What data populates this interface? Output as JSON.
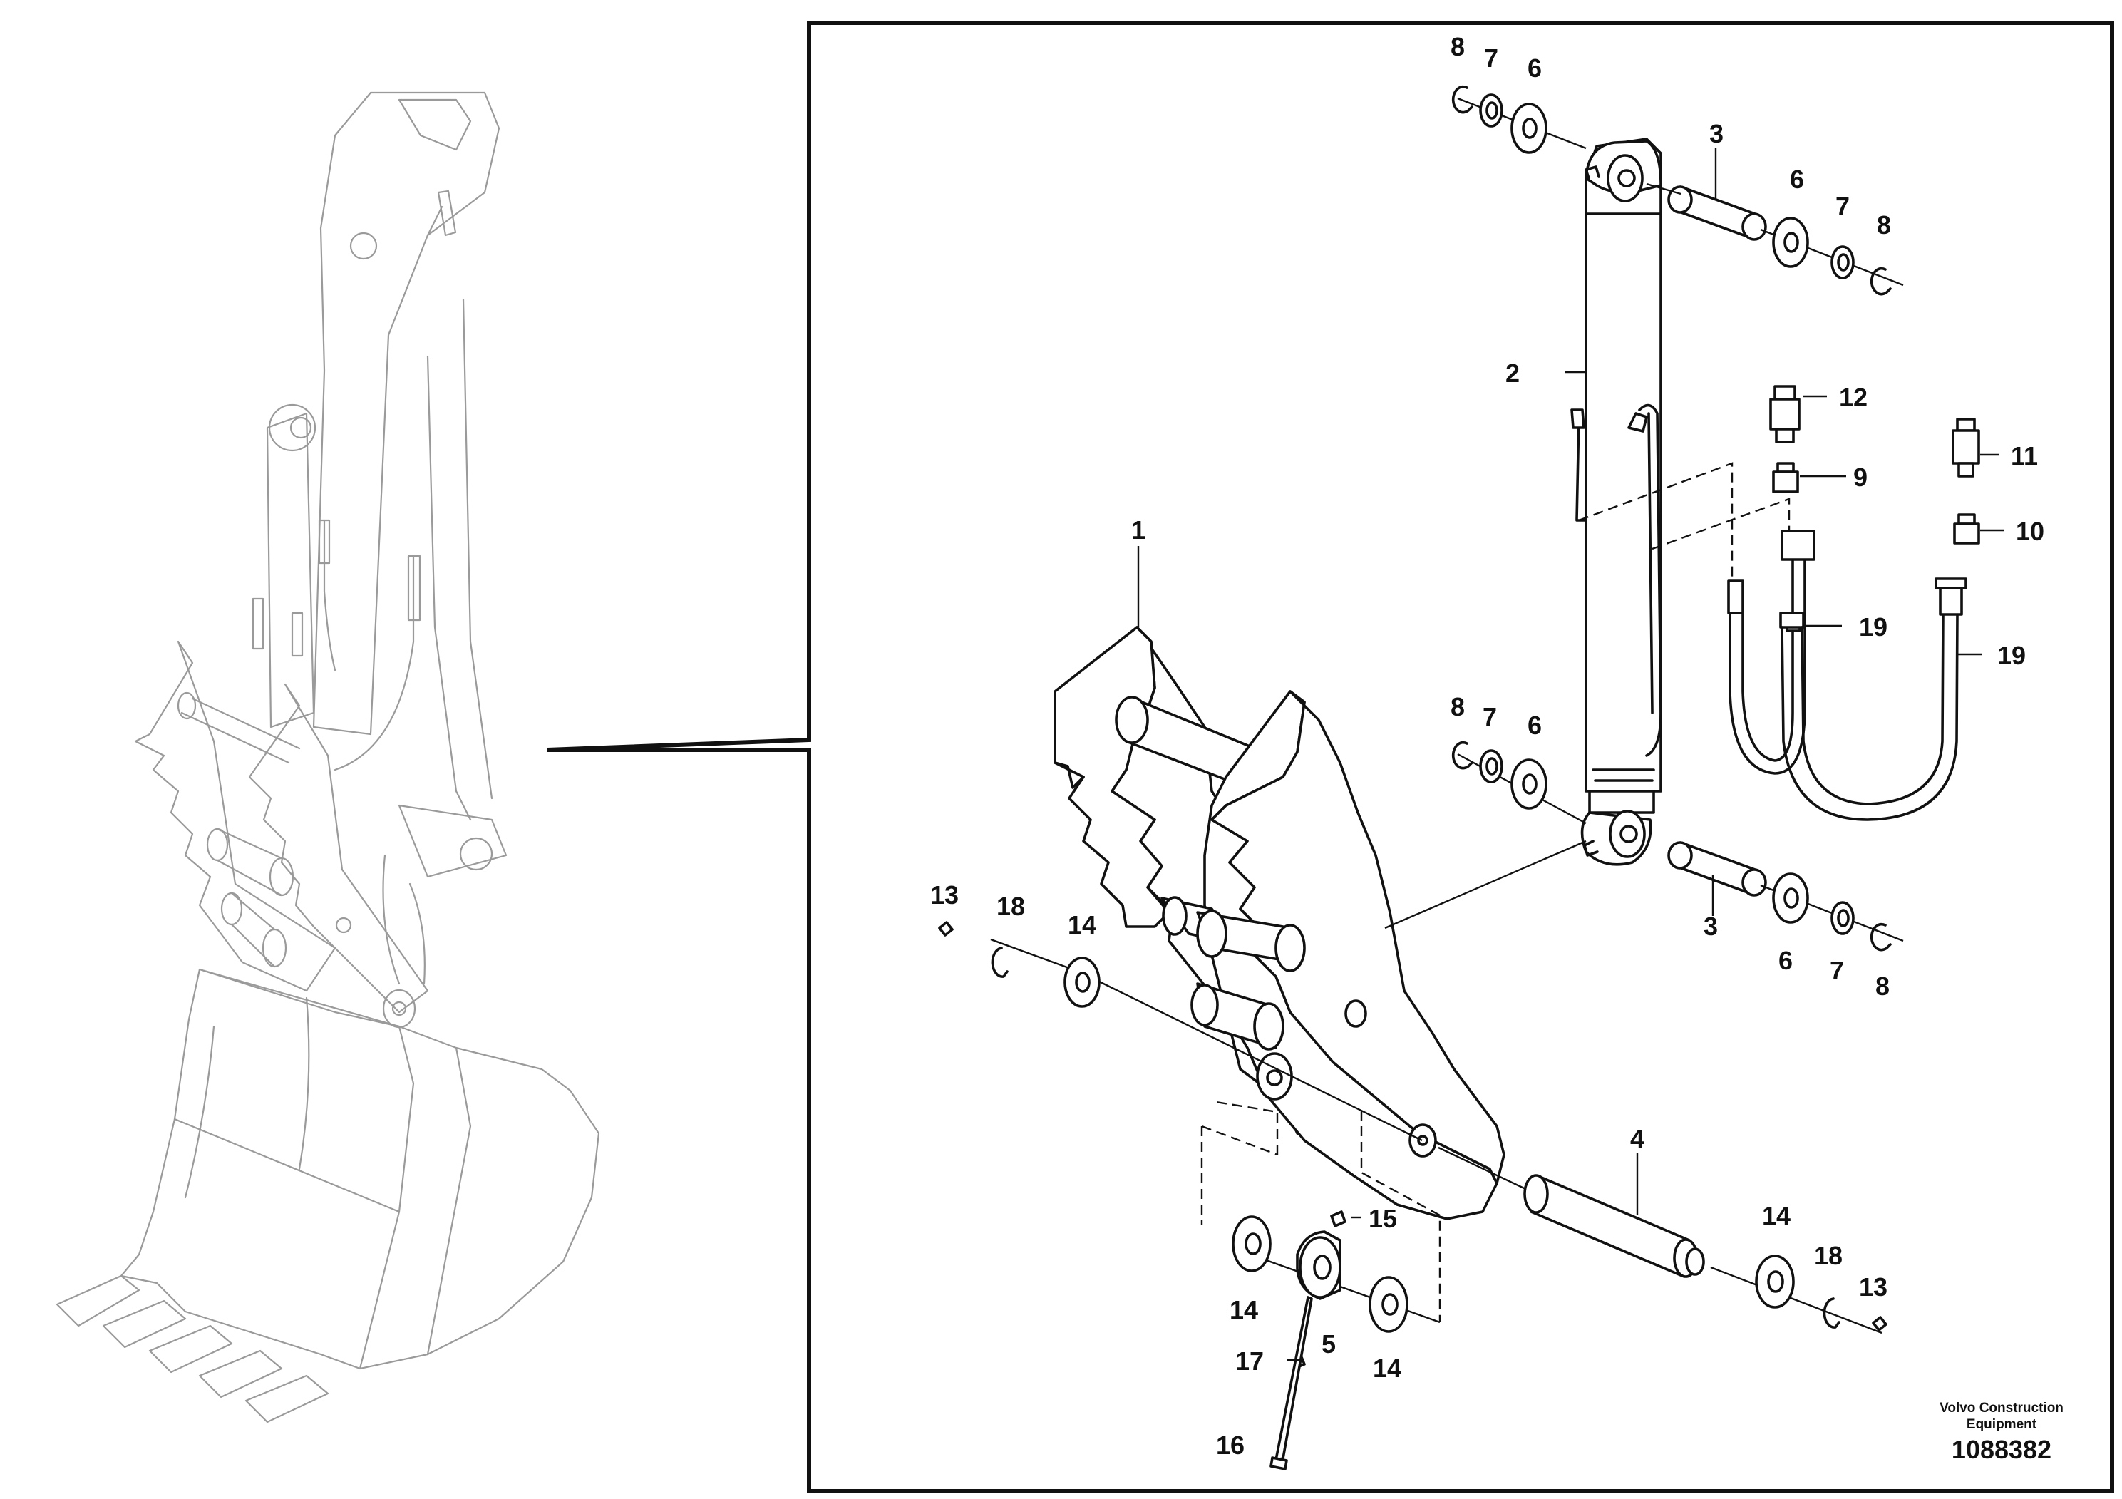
{
  "brand": {
    "line1": "Volvo Construction",
    "line2": "Equipment"
  },
  "document_number": "1088382",
  "callouts": {
    "c1": "1",
    "c2": "2",
    "c3a": "3",
    "c3b": "3",
    "c4": "4",
    "c5": "5",
    "c6a": "6",
    "c6b": "6",
    "c6c": "6",
    "c6d": "6",
    "c7a": "7",
    "c7b": "7",
    "c7c": "7",
    "c7d": "7",
    "c8a": "8",
    "c8b": "8",
    "c8c": "8",
    "c8d": "8",
    "c9": "9",
    "c10": "10",
    "c11": "11",
    "c12": "12",
    "c13a": "13",
    "c13b": "13",
    "c14a": "14",
    "c14b": "14",
    "c14c": "14",
    "c14d": "14",
    "c15": "15",
    "c16": "16",
    "c17": "17",
    "c18a": "18",
    "c18b": "18",
    "c19a": "19",
    "c19b": "19"
  }
}
